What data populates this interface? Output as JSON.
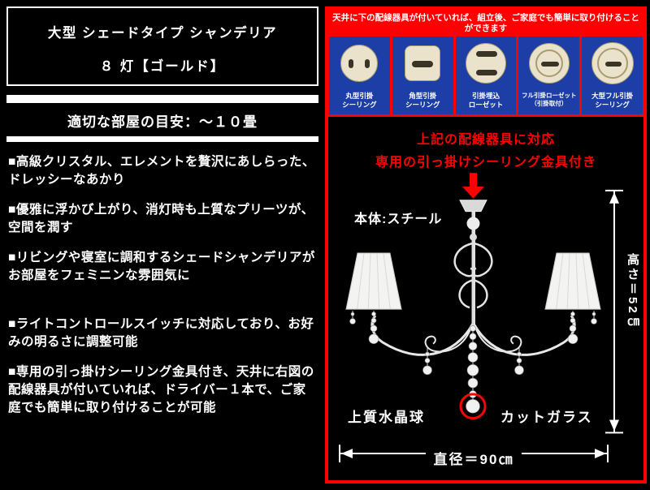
{
  "colors": {
    "accent_red": "#ff0000",
    "fixture_panel_blue": "#1d3ea6",
    "fixture_cream": "#eae2cb",
    "background_black": "#000000",
    "text_white": "#ffffff"
  },
  "left_panel": {
    "title_line1": "大型 シェードタイプ シャンデリア",
    "title_line2": "８ 灯【ゴールド】",
    "room_guide": "適切な部屋の目安：～１０畳",
    "features": [
      "■高級クリスタル、エレメントを贅沢にあしらった、ドレッシーなあかり",
      "■優雅に浮かび上がり、消灯時も上質なプリーツが、空間を潤す",
      "■リビングや寝室に調和するシェードシャンデリアがお部屋をフェミニンな雰囲気に",
      "■ライトコントロールスイッチに対応しており、お好みの明るさに調整可能",
      "■専用の引っ掛けシーリング金具付き、天井に右図の配線器具が付いていれば、ドライバー１本で、ご家庭でも簡単に取り付けることが可能"
    ]
  },
  "right_panel": {
    "notice": "天井に下の配線器具が付いていれば、組立後、ご家庭でも簡単に取り付けることができます",
    "fixtures": [
      {
        "line1": "丸型引掛",
        "line2": "シーリング"
      },
      {
        "line1": "角型引掛",
        "line2": "シーリング"
      },
      {
        "line1": "引掛埋込",
        "line2": "ローゼット"
      },
      {
        "line1": "フル引掛ローゼット",
        "line2": "（引掛取付）"
      },
      {
        "line1": "大型フル引掛",
        "line2": "シーリング"
      }
    ],
    "caption_line1": "上記の配線器具に対応",
    "caption_line2": "専用の引っ掛けシーリング金具付き",
    "diagram": {
      "body_material_label": "本体:スチール",
      "height_label": "高さ＝52㎝",
      "crystal_label": "上質水晶球",
      "cut_glass_label": "カットガラス",
      "diameter_label": "直径＝90㎝"
    }
  }
}
